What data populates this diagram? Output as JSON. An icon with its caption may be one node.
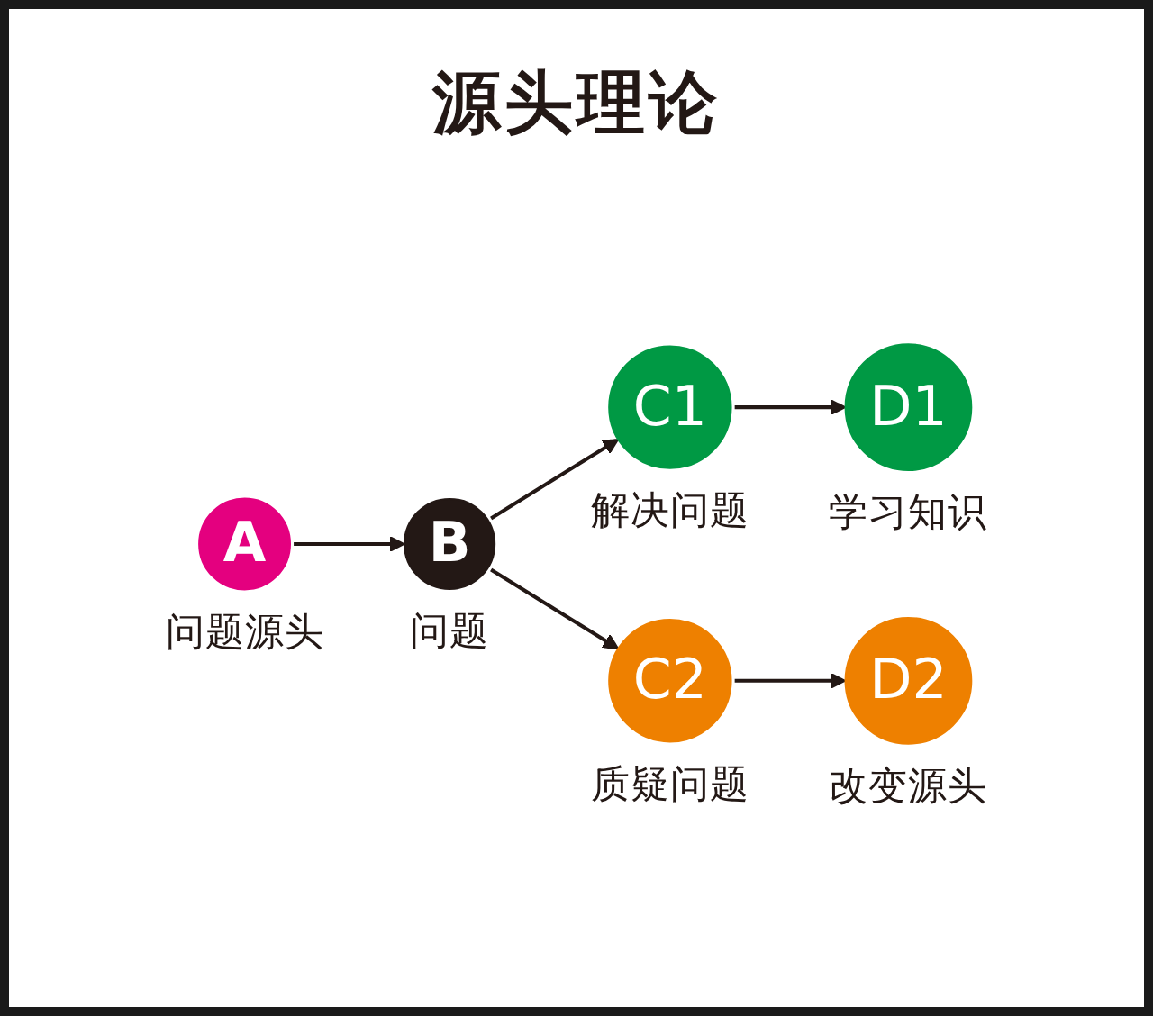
{
  "diagram": {
    "title": "源头理论",
    "nodes": [
      {
        "text": [
          "A"
        ],
        "beside": [
          "问题源头"
        ]
      },
      {
        "text": [
          "B"
        ],
        "beside": [
          "问题"
        ]
      },
      {
        "text": [
          "C1"
        ],
        "beside": [
          "解决问题"
        ]
      },
      {
        "text": [
          "D1"
        ],
        "beside": [
          "学习知识"
        ]
      },
      {
        "text": [
          "C2"
        ],
        "beside": [
          "质疑问题"
        ]
      },
      {
        "text": [
          "D2"
        ],
        "beside": [
          "改变源头"
        ]
      }
    ],
    "edges": [
      {
        "from": 0,
        "to": 1,
        "arrow": "to"
      },
      {
        "from": 1,
        "to": 2,
        "arrow": "to"
      },
      {
        "from": 1,
        "to": 4,
        "arrow": "to"
      },
      {
        "from": 2,
        "to": 3,
        "arrow": "to"
      },
      {
        "from": 4,
        "to": 5,
        "arrow": "to"
      }
    ]
  }
}
